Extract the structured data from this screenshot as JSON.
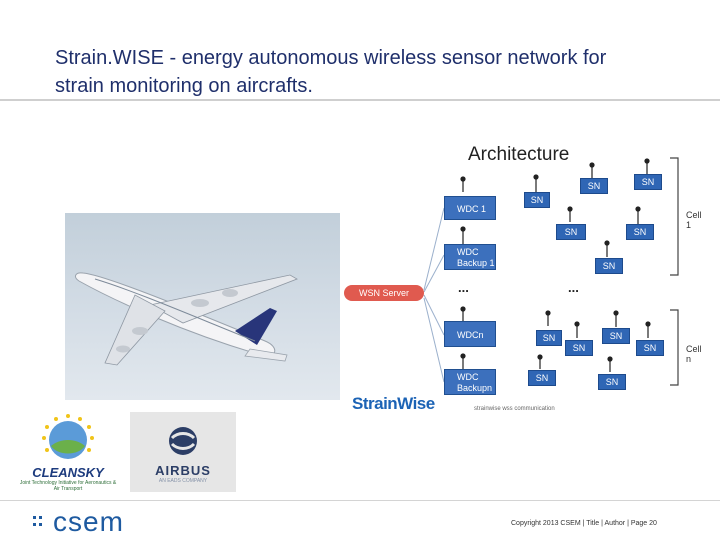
{
  "slide": {
    "title_line1": "Strain.WISE  - energy autonomous wireless sensor network for",
    "title_line2": "strain monitoring on aircrafts."
  },
  "diagram": {
    "title": "Architecture",
    "server": "WSN Server",
    "wdc": [
      {
        "line1": "WDC 1",
        "line2": ""
      },
      {
        "line1": "WDC",
        "line2": "Backup 1"
      },
      {
        "line1": "WDCn",
        "line2": ""
      },
      {
        "line1": "WDC",
        "line2": "Backupn"
      }
    ],
    "sensor_label": "SN",
    "cell_labels": [
      "Cell 1",
      "Cell n"
    ],
    "ellipsis": "...",
    "strainwise_logo": "StrainWise",
    "strainwise_caption": "strainwise wss communication"
  },
  "logos": {
    "airbus": "AIRBUS",
    "airbus_sub": "AN EADS COMPANY",
    "cleansky": "CLEANSKY",
    "cleansky_sub": "Joint Technology Initiative for Aeronautics & Air Transport"
  },
  "footer": {
    "brand": "csem",
    "copyright": "Copyright 2013 CSEM  |  Title  |  Author  |  Page 20"
  },
  "colors": {
    "title": "#1f2f6b",
    "node_blue": "#2f66b5",
    "server_red": "#e05a4f",
    "brand_blue": "#1e5aa0"
  }
}
